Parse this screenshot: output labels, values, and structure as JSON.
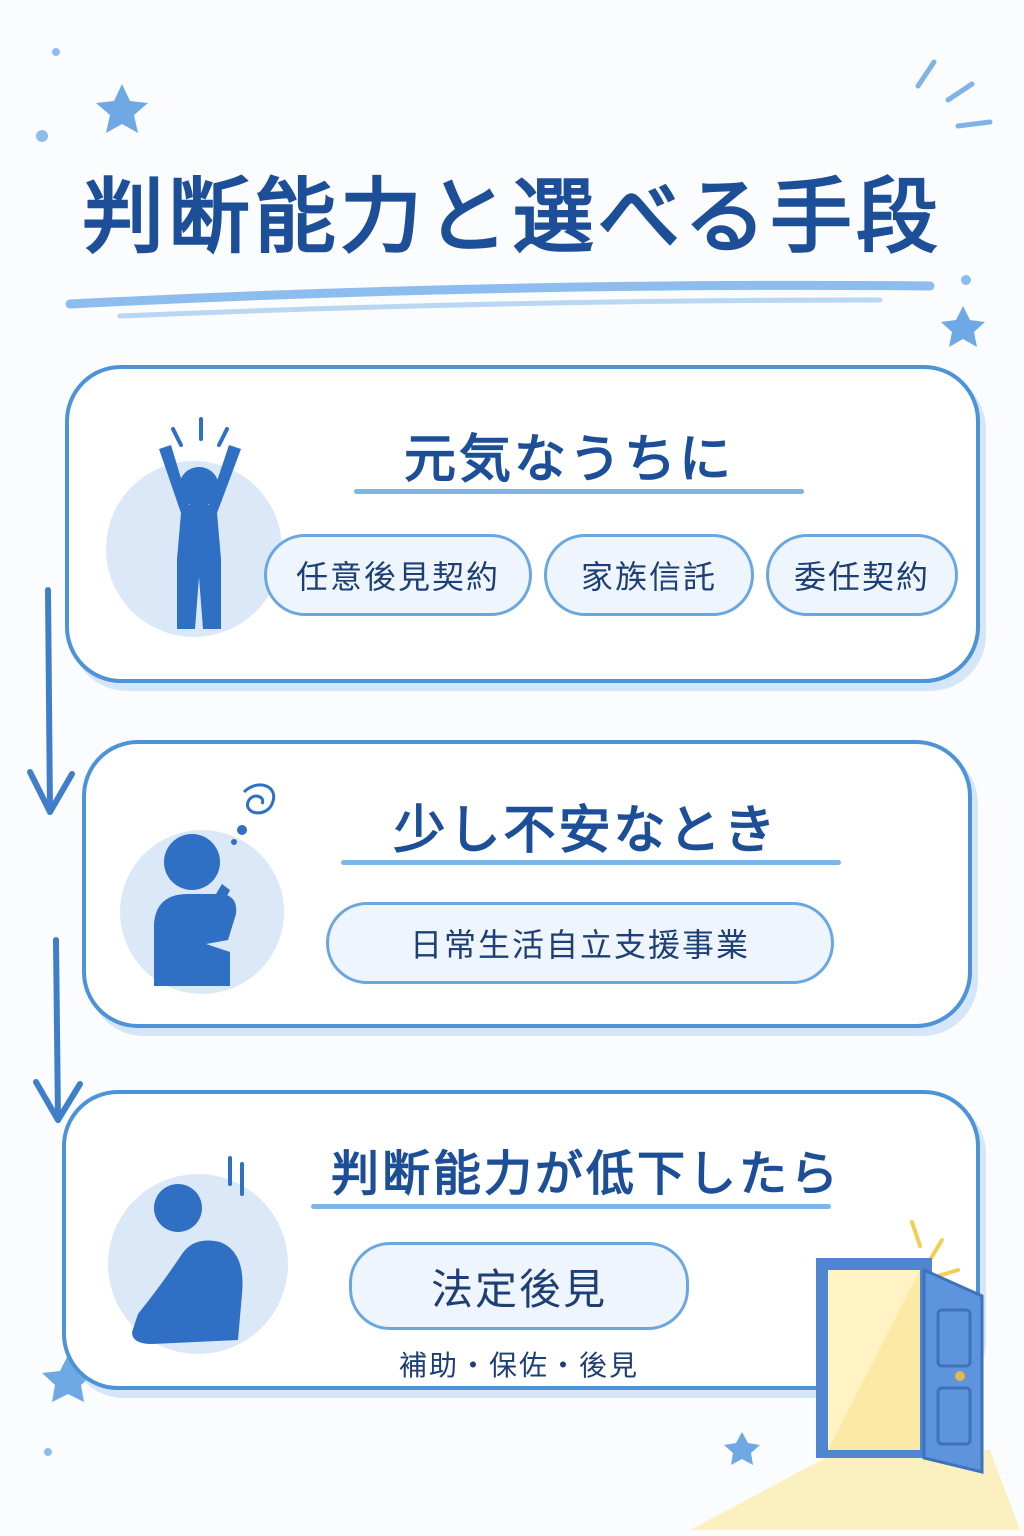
{
  "title": "判断能力と選べる手段",
  "stages": [
    {
      "heading": "元気なうちに",
      "options": [
        "任意後見契約",
        "家族信託",
        "委任契約"
      ]
    },
    {
      "heading": "少し不安なとき",
      "options": [
        "日常生活自立支援事業"
      ]
    },
    {
      "heading": "判断能力が低下したら",
      "options": [
        "法定後見"
      ],
      "note": "補助・保佐・後見"
    }
  ],
  "colors": {
    "primary": "#1d4f98",
    "border": "#4d93d8",
    "figure": "#2f6fc4",
    "pill_bg": "#eef5fd",
    "door": "#4f86d1",
    "light": "#f6df86"
  },
  "icons": {
    "stage_1": "person-raising-arms-icon",
    "stage_2": "person-thinking-icon",
    "stage_3": "person-sitting-down-icon",
    "door": "open-door-icon"
  }
}
